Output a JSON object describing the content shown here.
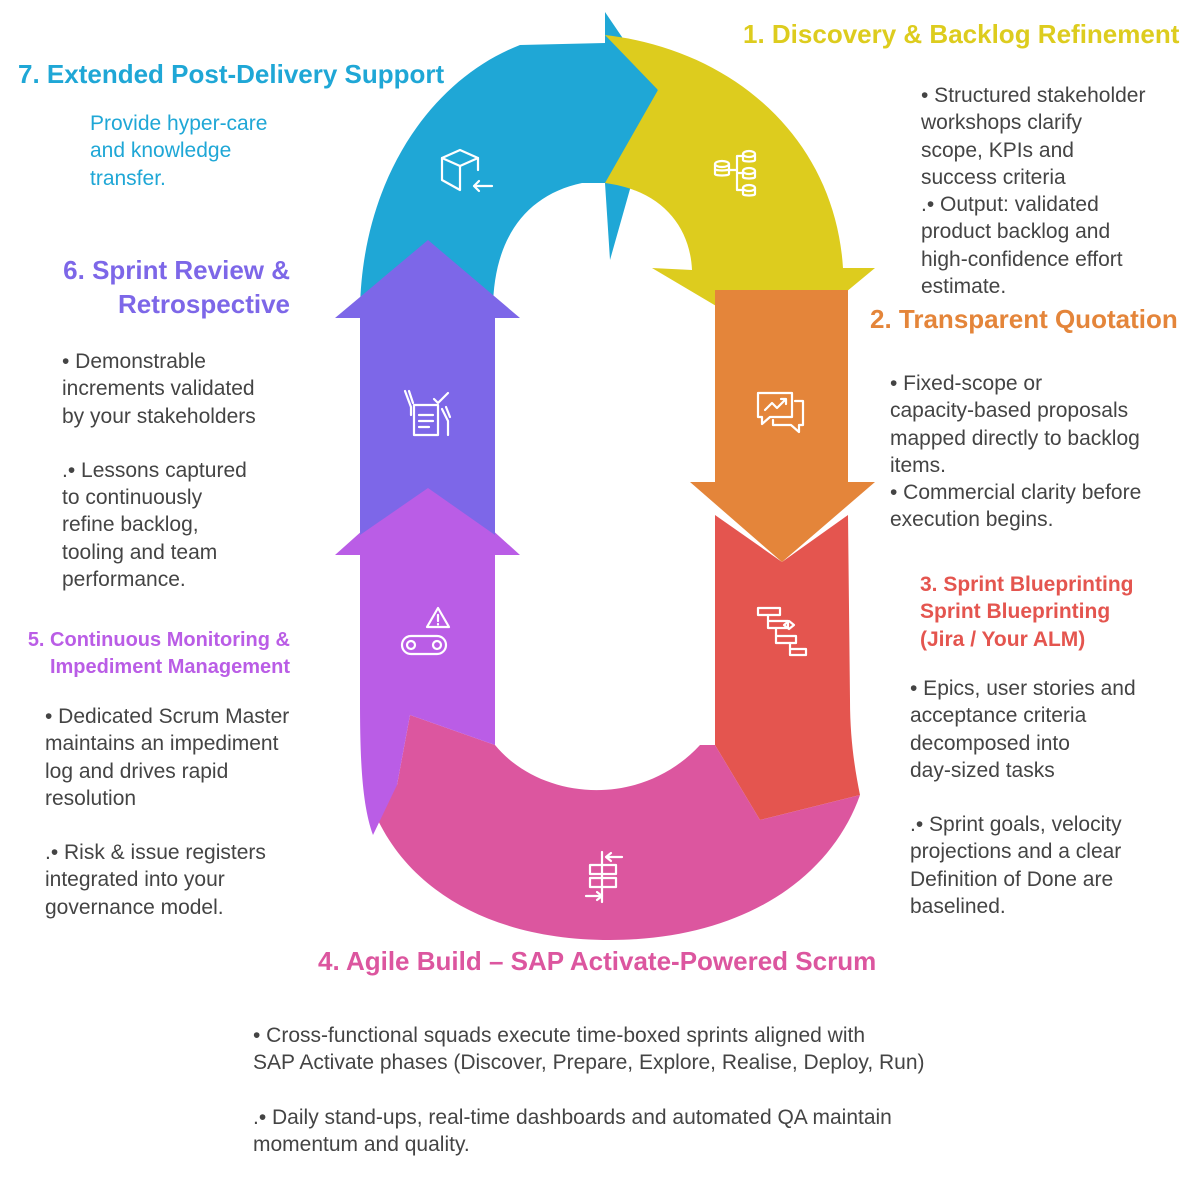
{
  "colors": {
    "step1": "#DDCC1E",
    "step2": "#E4853A",
    "step3": "#E4554F",
    "step4": "#DC569F",
    "step5": "#BA5DE6",
    "step6": "#7D67E8",
    "step7": "#1FA7D6",
    "body_text": "#444444"
  },
  "steps": [
    {
      "title": "1. Discovery & Backlog Refinement",
      "icon": "database-hierarchy-icon",
      "lines": [
        "• Structured stakeholder",
        "workshops clarify",
        "scope, KPIs and",
        "success criteria",
        ".• Output: validated",
        "product backlog and",
        "high-confidence effort",
        "estimate."
      ]
    },
    {
      "title": "2. Transparent Quotation",
      "icon": "chart-chat-icon",
      "lines": [
        "• Fixed-scope or",
        "capacity-based proposals",
        "mapped directly to backlog",
        "items.",
        "• Commercial clarity before",
        "execution begins."
      ]
    },
    {
      "title_lines": [
        "3. Sprint Blueprinting",
        "Sprint Blueprinting",
        "(Jira / Your ALM)"
      ],
      "icon": "gantt-chart-icon",
      "para1": [
        "• Epics, user stories and",
        "acceptance criteria",
        "decomposed into",
        "day-sized tasks"
      ],
      "para2": [
        ".• Sprint goals, velocity",
        "projections and a clear",
        "Definition of Done are",
        "baselined."
      ]
    },
    {
      "title": "4. Agile Build – SAP Activate-Powered Scrum",
      "icon": "align-arrows-icon",
      "para1": [
        "• Cross-functional squads execute time-boxed sprints aligned with",
        "SAP Activate phases (Discover, Prepare, Explore, Realise, Deploy, Run)"
      ],
      "para2": [
        ".• Daily stand-ups, real-time dashboards and automated QA maintain",
        "momentum and quality."
      ]
    },
    {
      "title_lines": [
        "5. Continuous Monitoring &",
        "Impediment Management"
      ],
      "icon": "warning-conveyor-icon",
      "para1": [
        "• Dedicated Scrum Master",
        "maintains an impediment",
        "log and drives rapid",
        "resolution"
      ],
      "para2": [
        ".• Risk & issue registers",
        "integrated into your",
        "governance model."
      ]
    },
    {
      "title_lines": [
        "6. Sprint Review &",
        "Retrospective"
      ],
      "icon": "checklist-hand-icon",
      "para1": [
        "• Demonstrable",
        "increments validated",
        "by your stakeholders"
      ],
      "para2": [
        ".• Lessons captured",
        "to continuously",
        "refine backlog,",
        "tooling and team",
        "performance."
      ]
    },
    {
      "title": "7. Extended Post-Delivery Support",
      "icon": "box-return-icon",
      "lines": [
        "Provide hyper-care",
        "and knowledge",
        "transfer."
      ]
    }
  ]
}
